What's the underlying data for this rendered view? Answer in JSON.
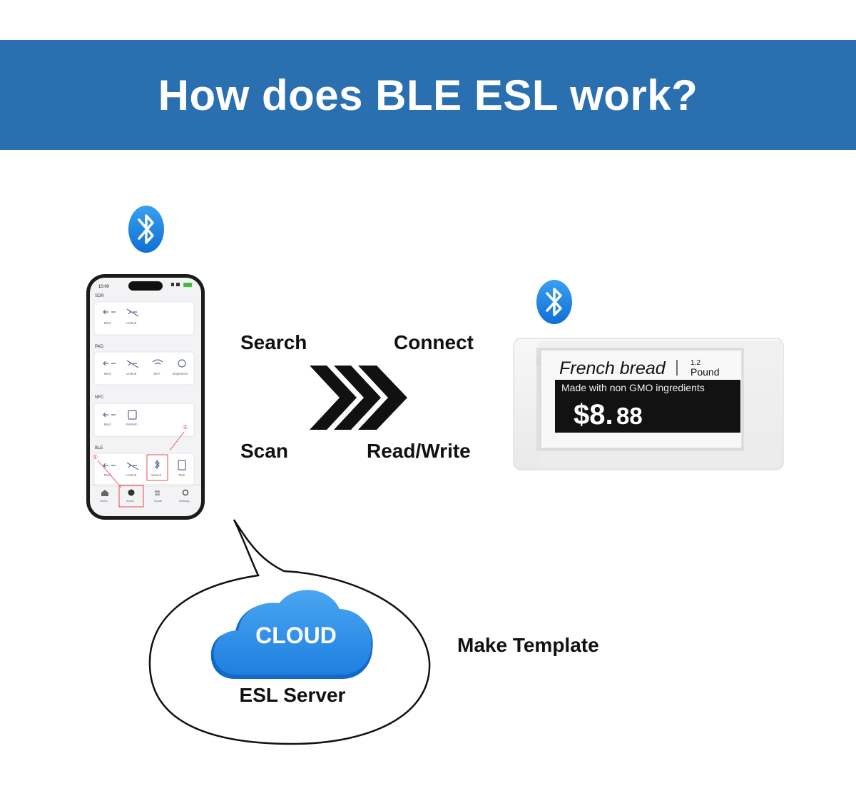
{
  "header": {
    "title": "How does BLE ESL work?",
    "bg_color": "#2a6fb0"
  },
  "bluetooth_icons": [
    "bluetooth-icon",
    "bluetooth-icon"
  ],
  "flow": {
    "top_left": "Search",
    "top_right": "Connect",
    "bottom_left": "Scan",
    "bottom_right": "Read/Write"
  },
  "phone": {
    "time": "10:00",
    "sections": [
      {
        "title": "SDR",
        "buttons": [
          "Bind",
          "Unbind"
        ]
      },
      {
        "title": "PAD",
        "buttons": [
          "Bind",
          "Unbind",
          "WIFI",
          "Brightness"
        ]
      },
      {
        "title": "NFC",
        "buttons": [
          "Bind",
          "Refresh"
        ]
      },
      {
        "title": "BLE",
        "buttons": [
          "Bind",
          "Unbind",
          "Search",
          "Task"
        ]
      }
    ],
    "nav": [
      "Home",
      "Action",
      "Grade",
      "Settings"
    ],
    "markers": [
      "①",
      "②"
    ]
  },
  "esl": {
    "product": "French bread",
    "unit_top": "1.2",
    "unit_bottom": "Pound",
    "tagline": "Made with non GMO ingredients",
    "price_main": "$8.",
    "price_cents": "88"
  },
  "cloud": {
    "label": "CLOUD",
    "caption": "ESL Server",
    "color": "#2f8fe8"
  },
  "template_label": "Make Template"
}
